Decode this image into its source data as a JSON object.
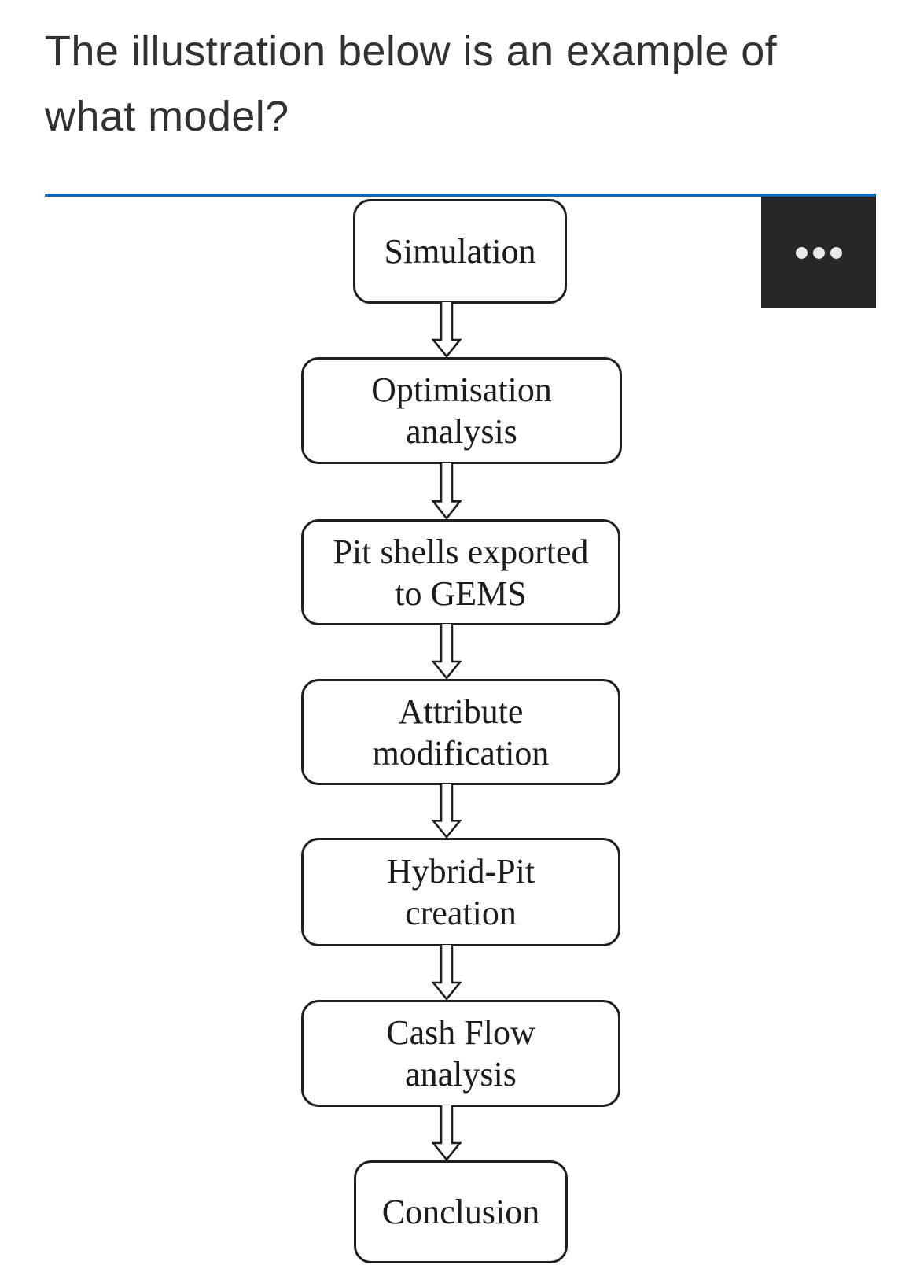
{
  "header": {
    "lines": [
      "The illustration below is an example of",
      "what model?"
    ],
    "text_color": "#323232"
  },
  "divider": {
    "color": "#1168bf"
  },
  "more_menu": {
    "icon": "ellipsis-icon",
    "bg_color": "#272727",
    "dot_color": "#eaeaea"
  },
  "flowchart": {
    "type": "vertical-flow-diagram",
    "border_color": "#1f1f1f",
    "text_color": "#1c1c1c",
    "steps": [
      {
        "lines": [
          "Simulation"
        ]
      },
      {
        "lines": [
          "Optimisation",
          "analysis"
        ]
      },
      {
        "lines": [
          "Pit shells exported",
          "to GEMS"
        ]
      },
      {
        "lines": [
          "Attribute",
          "modification"
        ]
      },
      {
        "lines": [
          "Hybrid-Pit",
          "creation"
        ]
      },
      {
        "lines": [
          "Cash Flow",
          "analysis"
        ]
      },
      {
        "lines": [
          "Conclusion"
        ]
      }
    ],
    "connections": [
      "Simulation -> Optimisation analysis",
      "Optimisation analysis -> Pit shells exported to GEMS",
      "Pit shells exported to GEMS -> Attribute modification",
      "Attribute modification -> Hybrid-Pit creation",
      "Hybrid-Pit creation -> Cash Flow analysis",
      "Cash Flow analysis -> Conclusion"
    ]
  }
}
